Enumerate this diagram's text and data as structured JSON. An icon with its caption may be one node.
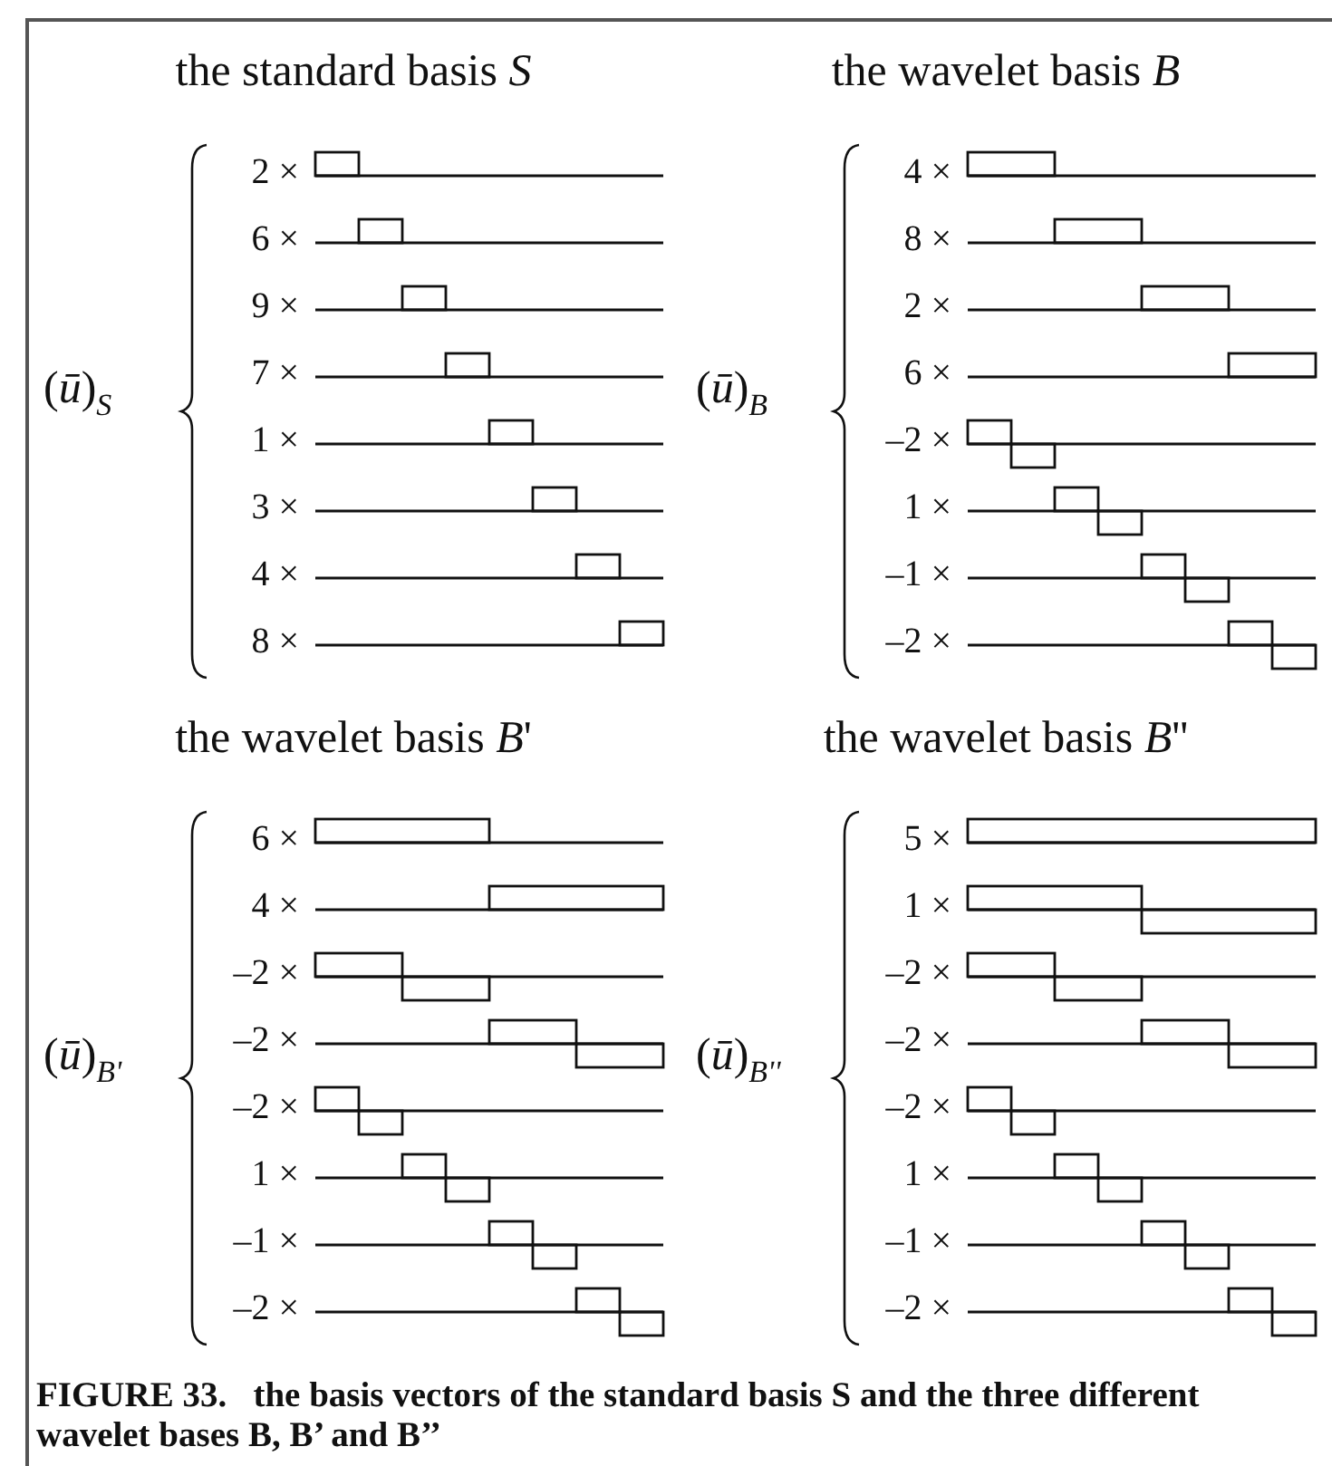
{
  "diagram": {
    "caption": "FIGURE 33.   the basis vectors of the standard basis S and the three different wavelet bases B, B’ and B’’",
    "labels": [
      "the standard basis *S*",
      "(*ū*)$_{S}$",
      "2 ×",
      "6 ×",
      "9 ×",
      "7 ×",
      "1 ×",
      "3 ×",
      "4 ×",
      "8 ×",
      "the wavelet basis *B*",
      "(*ū*)$_{B}$",
      "4 ×",
      "8 ×",
      "2 ×",
      "6 ×",
      "–2 ×",
      "1 ×",
      "–1 ×",
      "–2 ×",
      "the wavelet basis *B*'",
      "(*ū*)$_{B'}$",
      "6 ×",
      "4 ×",
      "–2 ×",
      "–2 ×",
      "–2 ×",
      "1 ×",
      "–1 ×",
      "–2 ×",
      "the wavelet basis *B*''",
      "(*ū*)$_{B''}$",
      "5 ×",
      "1 ×",
      "–2 ×",
      "–2 ×",
      "–2 ×",
      "1 ×",
      "–1 ×",
      "–2 ×"
    ]
  }
}
